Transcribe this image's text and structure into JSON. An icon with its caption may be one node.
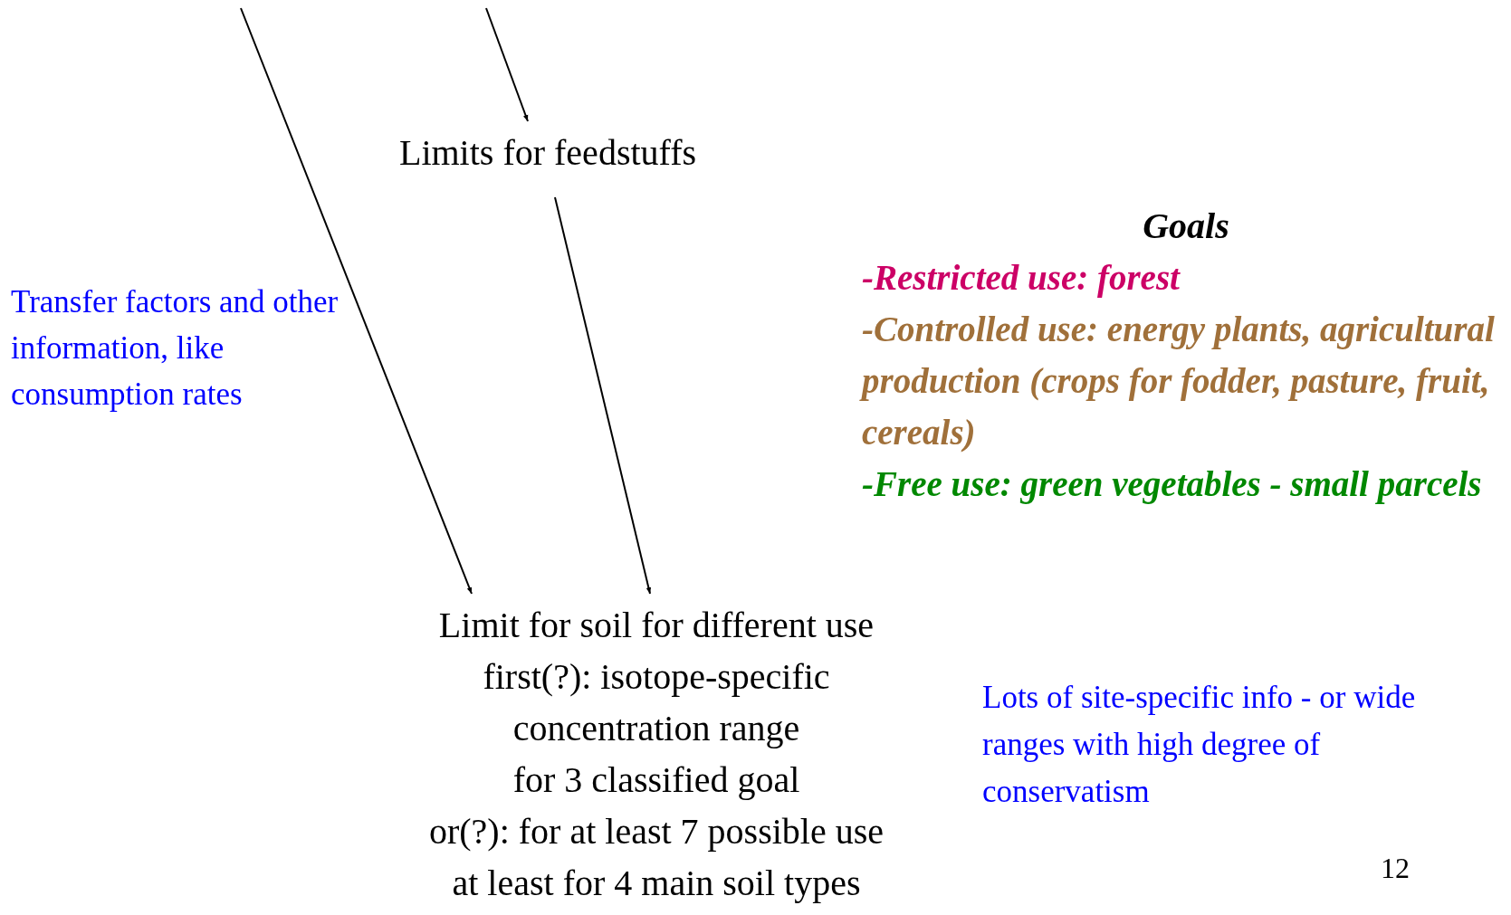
{
  "diagram": {
    "nodes": [
      {
        "text": [
          "Limits for feedstuffs"
        ]
      },
      {
        "text": [
          "Limit for soil for different use",
          "first(?): isotope-specific",
          "concentration range",
          "for 3 classified goal",
          "or(?): for at least 7 possible use",
          "at least for 4 main soil types"
        ]
      }
    ],
    "edges": [
      {
        "from": null,
        "to": 1,
        "arrow": "to"
      },
      {
        "from": null,
        "to": 0,
        "arrow": "to"
      },
      {
        "from": 0,
        "to": 1,
        "arrow": "to"
      }
    ],
    "labels": [
      "Transfer factors and other information, like consumption rates",
      "Goals",
      "-Restricted use: forest",
      "-Controlled use: energy plants, agricultural production (crops for fodder, pasture, fruit, cereals)",
      "-Free use: green vegetables - small parcels",
      "Lots of site-specific info - or wide ranges with high degree of conservatism",
      "12"
    ]
  }
}
